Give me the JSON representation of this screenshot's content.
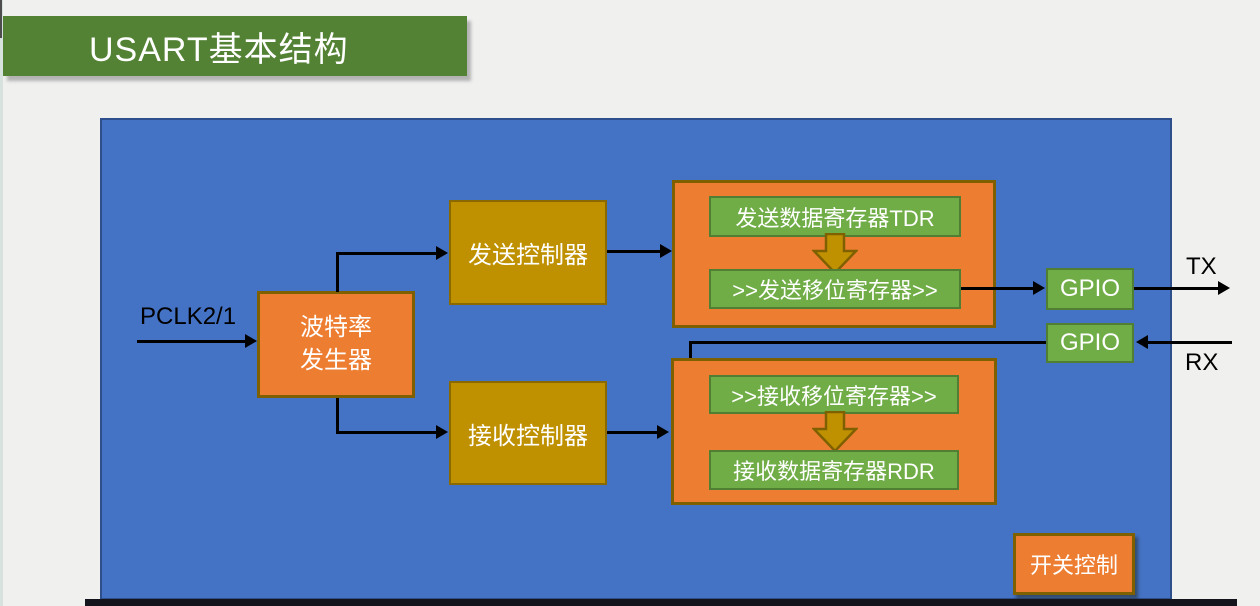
{
  "title": "USART基本结构",
  "colors": {
    "background": "#f0f0ef",
    "title_green": "#548235",
    "canvas_blue": "#4472c4",
    "canvas_border": "#2f4e8c",
    "orange": "#ed7d31",
    "dark_yellow": "#bf9000",
    "olive_border": "#7f6000",
    "green": "#70ad47",
    "green_border": "#507e32",
    "line_black": "#000000",
    "text_white": "#ffffff"
  },
  "diagram": {
    "pclk_label": "PCLK2/1",
    "baud_generator_line1": "波特率",
    "baud_generator_line2": "发生器",
    "tx_controller": "发送控制器",
    "rx_controller": "接收控制器",
    "tdr_register": "发送数据寄存器TDR",
    "tx_shift_register": ">>发送移位寄存器>>",
    "rx_shift_register": ">>接收移位寄存器>>",
    "rdr_register": "接收数据寄存器RDR",
    "gpio_label": "GPIO",
    "tx_pin": "TX",
    "rx_pin": "RX",
    "switch_control": "开关控制"
  }
}
